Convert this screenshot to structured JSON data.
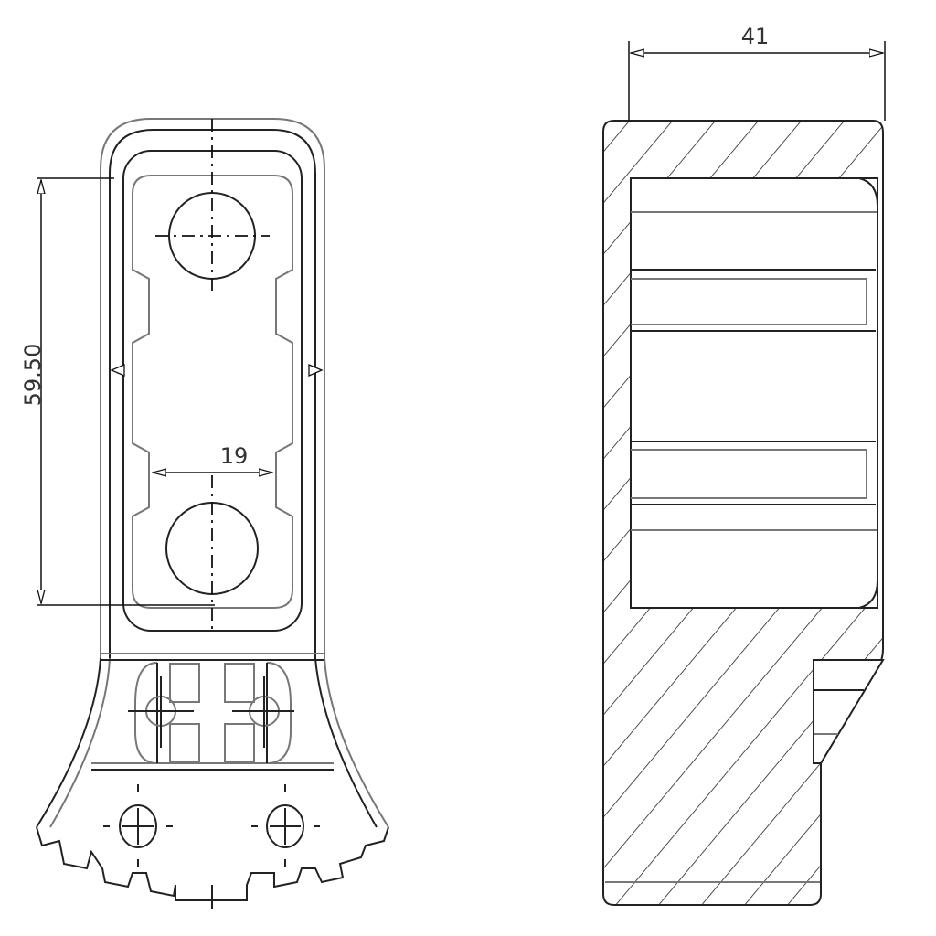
{
  "drawing": {
    "front_view": {
      "dimensions": {
        "overall_height": "59.50",
        "inner_width": "19"
      }
    },
    "section_view": {
      "dimensions": {
        "width": "41"
      }
    },
    "colors": {
      "line": "#222222",
      "gray_line": "#777777",
      "background": "#ffffff"
    }
  }
}
